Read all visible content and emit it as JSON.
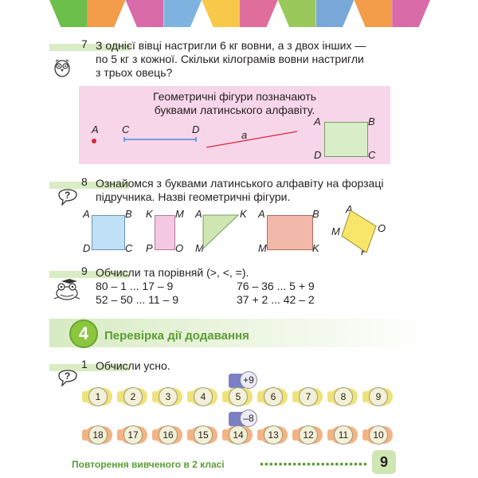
{
  "banner": {
    "colors": [
      "#6dbf4b",
      "#f39c4a",
      "#d96ba9",
      "#7fb3df",
      "#f8c84a",
      "#e06e9d",
      "#9ac85b",
      "#78a8d8",
      "#f39c4a",
      "#d96ba9"
    ]
  },
  "task7": {
    "number": "7",
    "line1": "З однієї вівці настригли 6 кг вовни, а з двох інших —",
    "line2": "по 5 кг з кожної. Скільки кілограмів вовни настригли",
    "line3": "з трьох овець?"
  },
  "note": {
    "line1": "Геометричні фігури позначають",
    "line2": "буквами латинського алфавіту.",
    "point": "A",
    "seg_c": "C",
    "seg_d": "D",
    "line_a": "a",
    "rect": {
      "tl": "A",
      "tr": "B",
      "bl": "D",
      "br": "C"
    }
  },
  "task8": {
    "number": "8",
    "line1": "Ознайомся з буквами латинського алфавіту на форзаці",
    "line2": "підручника. Назві геометричні фігури.",
    "square": {
      "tl": "A",
      "tr": "B",
      "bl": "D",
      "br": "C"
    },
    "pinkrect": {
      "tl": "K",
      "tr": "M",
      "bl": "P",
      "br": "O"
    },
    "triangle": {
      "tl": "A",
      "tr": "K",
      "bl": "M"
    },
    "bigrect": {
      "tl": "A",
      "tr": "B",
      "bl": "M",
      "br": "K"
    },
    "rhombus": {
      "top": "A",
      "left": "M",
      "right": "O",
      "bottom": "P"
    }
  },
  "task9": {
    "number": "9",
    "prompt": "Обчисли та порівняй (>, <, =).",
    "row1_left": "80 – 1 ... 17 – 9",
    "row1_right": "76 – 36 ... 5 + 9",
    "row2_left": "52 – 50 ... 11 – 9",
    "row2_right": "37 + 2 ... 42 – 2"
  },
  "section": {
    "number": "4",
    "title": "Перевірка дії додавання"
  },
  "task1": {
    "number": "1",
    "prompt": "Обчисли усно.",
    "op1": "+9",
    "op2": "–8",
    "row1": [
      "1",
      "2",
      "3",
      "4",
      "5",
      "6",
      "7",
      "8",
      "9"
    ],
    "row2": [
      "18",
      "17",
      "16",
      "15",
      "14",
      "13",
      "12",
      "11",
      "10"
    ],
    "row1_color": "#f0e27a",
    "row2_color": "#f4b383"
  },
  "footer": {
    "text": "Повторення вивченого в 2 класі",
    "dots": "•••••••••••••••••••••••",
    "page": "9"
  }
}
